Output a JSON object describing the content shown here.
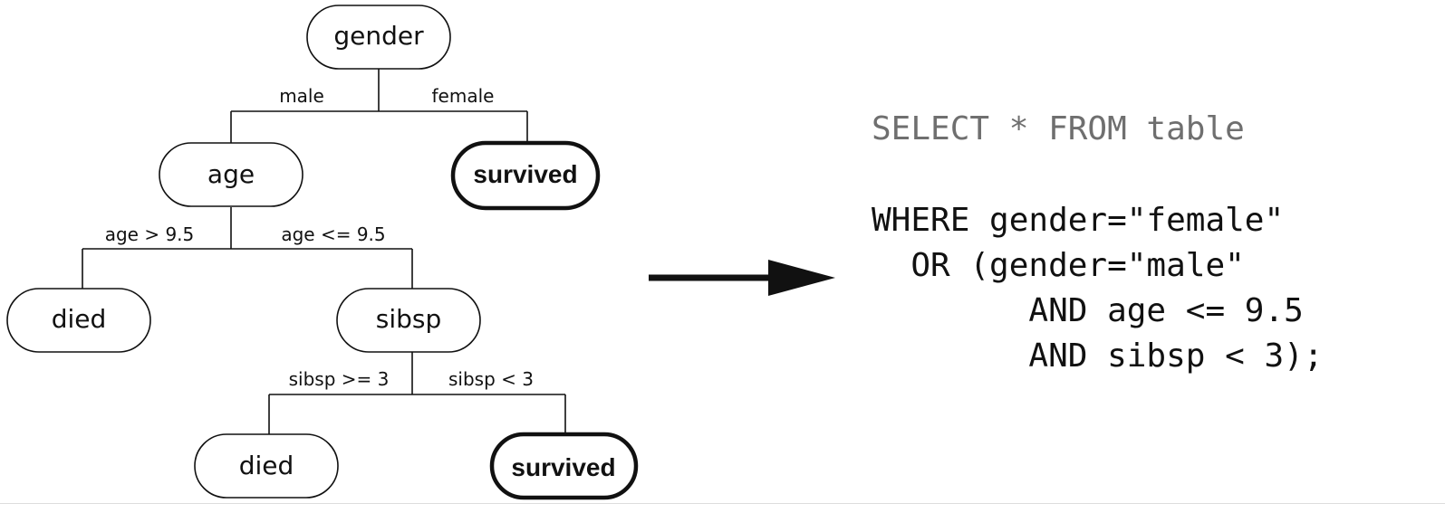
{
  "tree": {
    "root": {
      "label": "gender"
    },
    "edges": {
      "gender_left": "male",
      "gender_right": "female",
      "age_left": "age > 9.5",
      "age_right": "age <= 9.5",
      "sibsp_left": "sibsp >= 3",
      "sibsp_right": "sibsp < 3"
    },
    "nodes": {
      "age": "age",
      "survived_1": "survived",
      "died_1": "died",
      "sibsp": "sibsp",
      "died_2": "died",
      "survived_2": "survived"
    }
  },
  "sql": {
    "select_line": "SELECT * FROM table",
    "where_lines": [
      "WHERE gender=\"female\"",
      "  OR (gender=\"male\"",
      "        AND age <= 9.5",
      "        AND sibsp < 3);"
    ]
  },
  "colors": {
    "ink": "#111111",
    "select_text": "#6f6f6f"
  }
}
